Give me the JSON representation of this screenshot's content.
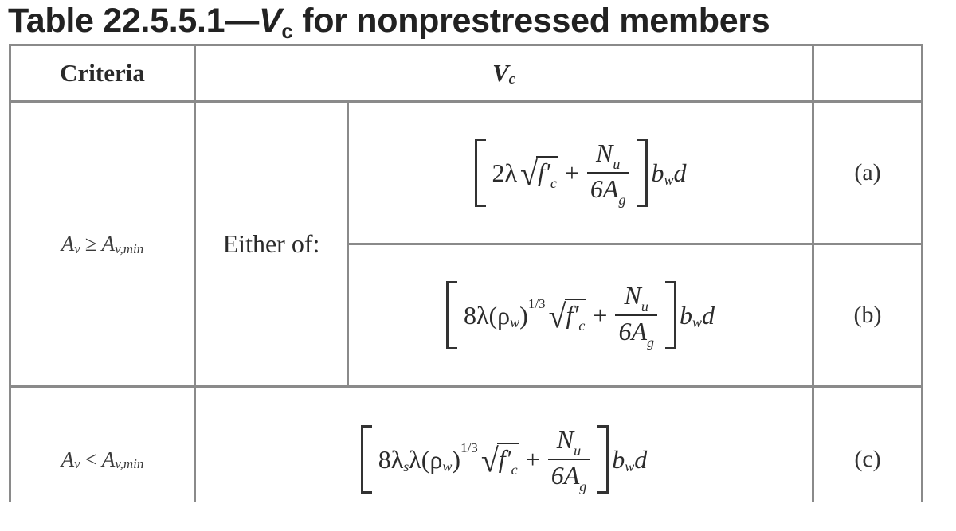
{
  "title": {
    "prefix": "Table 22.5.5.1—",
    "symbol_main": "V",
    "symbol_sub": "c",
    "suffix": " for nonprestressed members"
  },
  "table": {
    "headers": {
      "criteria": "Criteria",
      "vc_main": "V",
      "vc_sub": "c",
      "label": ""
    },
    "rows": [
      {
        "criteria": {
          "lhs_main": "A",
          "lhs_sub": "v",
          "operator": "≥",
          "rhs_main": "A",
          "rhs_sub": "v,min"
        },
        "group_label": "Either of:",
        "options": [
          {
            "label": "(a)",
            "formula": {
              "coef": "2λ",
              "root_main": "f",
              "root_prime": "′",
              "root_sub": "c",
              "plus": "+",
              "num_main": "N",
              "num_sub": "u",
              "den_main": "6A",
              "den_sub": "g",
              "tail_main": "b",
              "tail_sub": "w",
              "tail_end": "d"
            }
          },
          {
            "label": "(b)",
            "formula": {
              "coef": "8λ(ρ",
              "coef_sub": "w",
              "coef_close": ")",
              "exponent": "1/3",
              "root_main": "f",
              "root_prime": "′",
              "root_sub": "c",
              "plus": "+",
              "num_main": "N",
              "num_sub": "u",
              "den_main": "6A",
              "den_sub": "g",
              "tail_main": "b",
              "tail_sub": "w",
              "tail_end": "d"
            }
          }
        ]
      },
      {
        "criteria": {
          "lhs_main": "A",
          "lhs_sub": "v",
          "operator": "<",
          "rhs_main": "A",
          "rhs_sub": "v,min"
        },
        "options": [
          {
            "label": "(c)",
            "formula": {
              "coef_a": "8λ",
              "coef_a_sub": "s",
              "coef": "λ(ρ",
              "coef_sub": "w",
              "coef_close": ")",
              "exponent": "1/3",
              "root_main": "f",
              "root_prime": "′",
              "root_sub": "c",
              "plus": "+",
              "num_main": "N",
              "num_sub": "u",
              "den_main": "6A",
              "den_sub": "g",
              "tail_main": "b",
              "tail_sub": "w",
              "tail_end": "d"
            }
          }
        ]
      }
    ]
  }
}
